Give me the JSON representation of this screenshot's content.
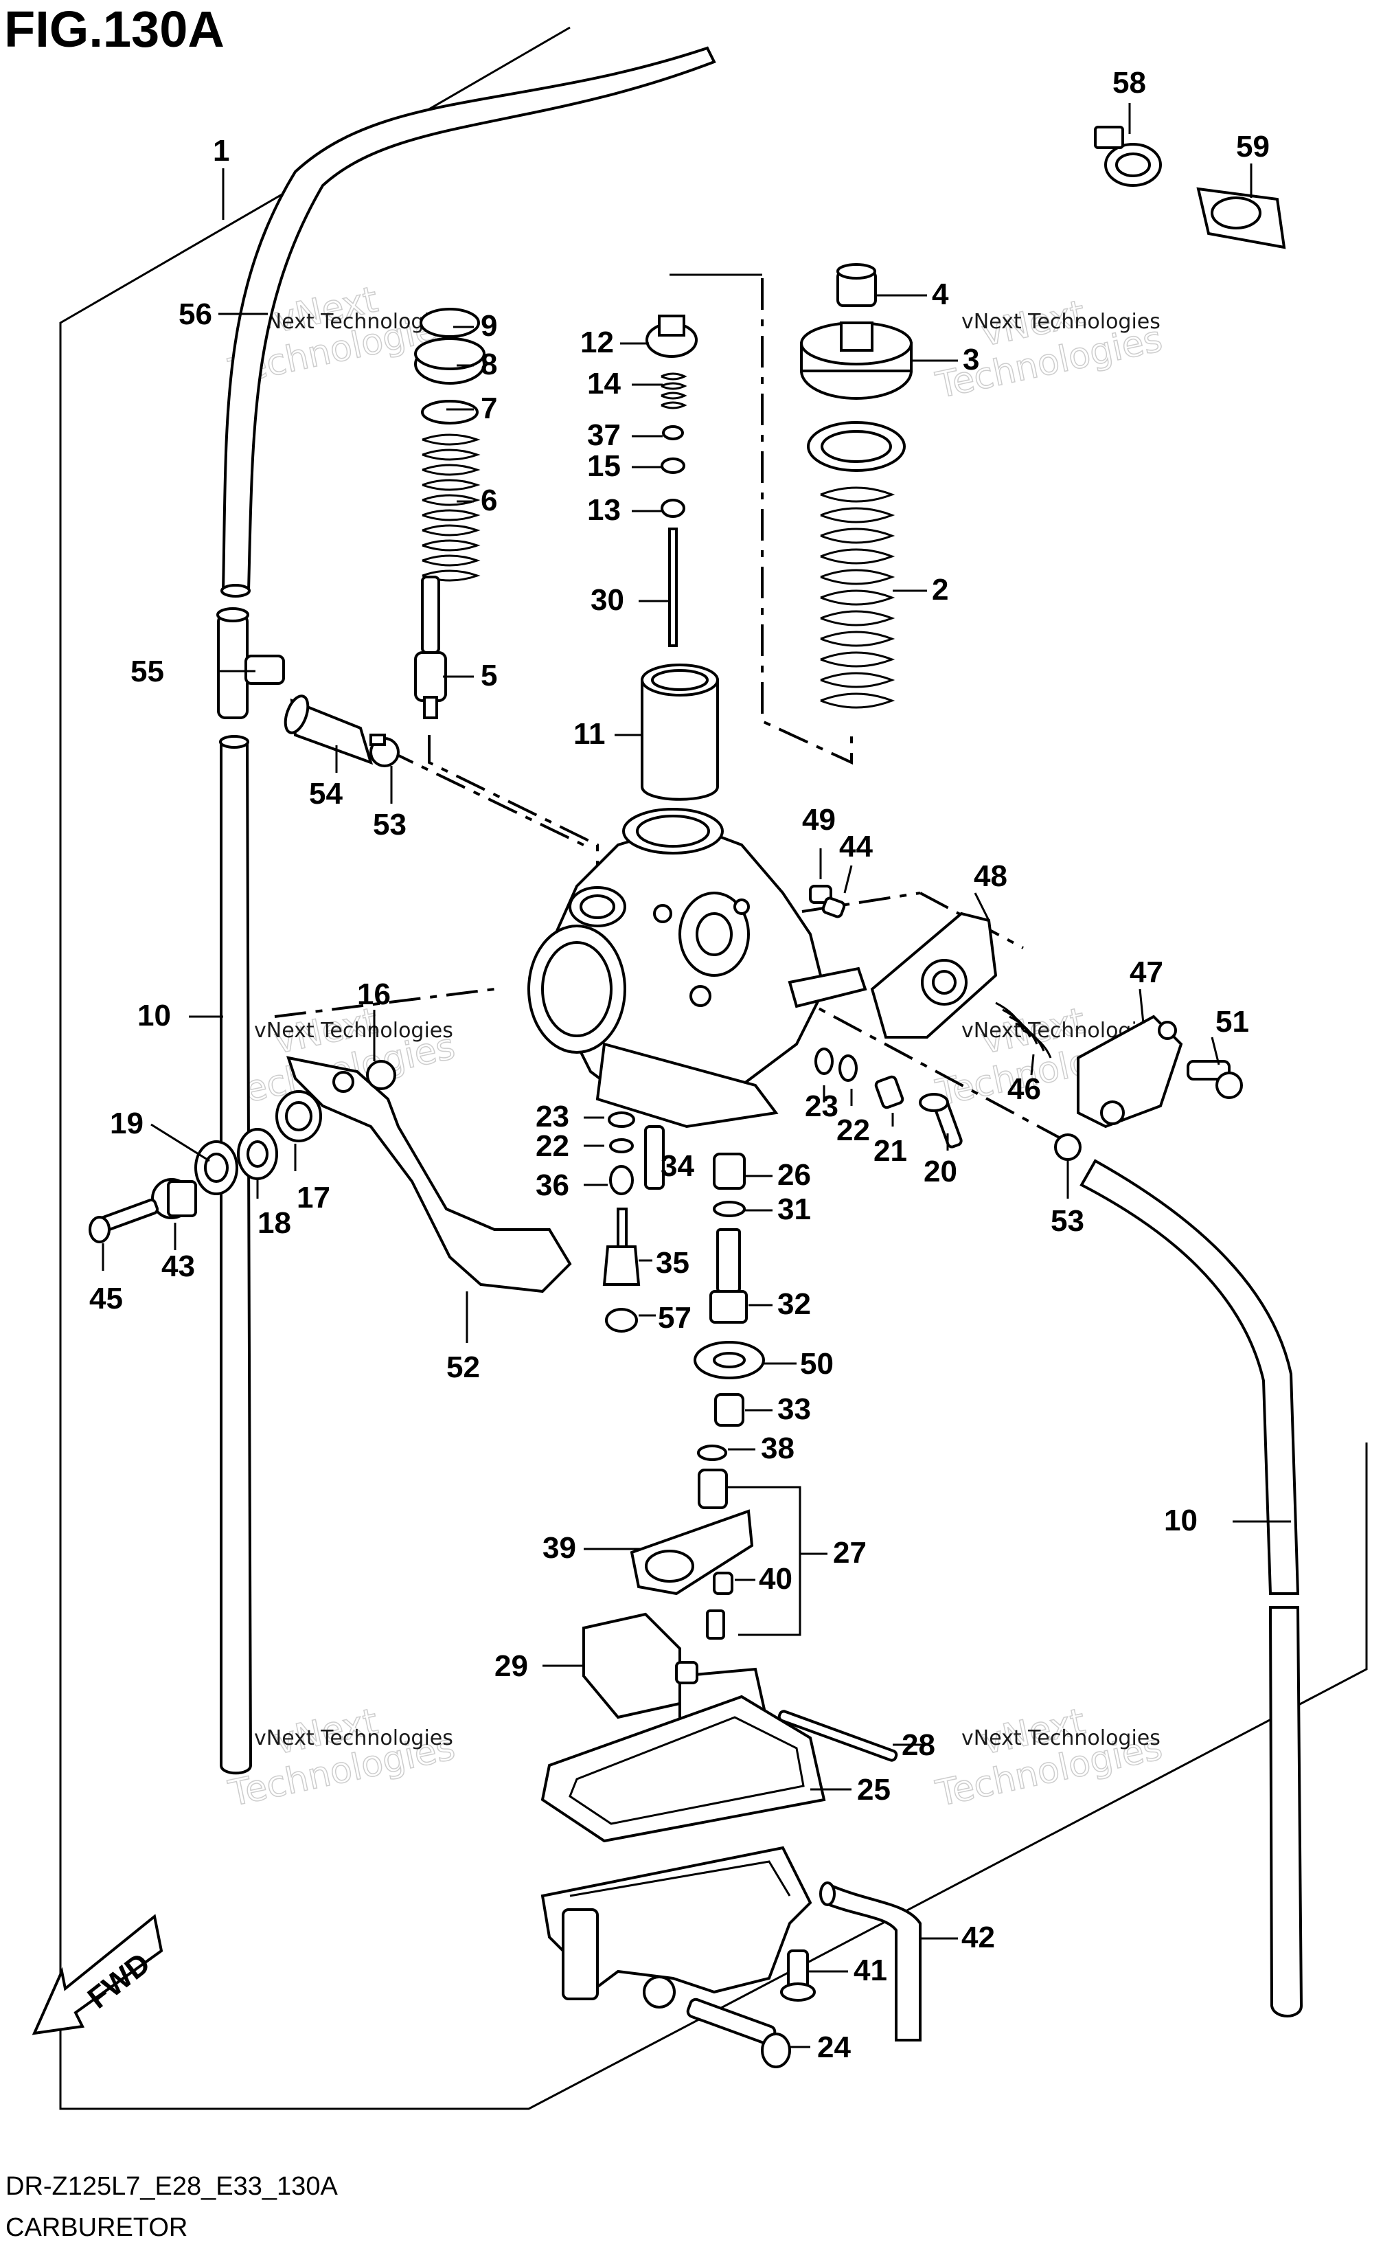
{
  "figure_title": "FIG.130A",
  "footer": {
    "code": "DR-Z125L7_E28_E33_130A",
    "name": "CARBURETOR"
  },
  "fwd_label": "FWD",
  "watermark": {
    "small": "vNext Technologies",
    "big_top": "vNext",
    "big_bottom": "Technologies"
  },
  "callouts": [
    "1",
    "2",
    "3",
    "4",
    "5",
    "6",
    "7",
    "8",
    "9",
    "10",
    "10",
    "11",
    "12",
    "13",
    "14",
    "15",
    "16",
    "17",
    "18",
    "19",
    "20",
    "21",
    "22",
    "22",
    "23",
    "23",
    "24",
    "25",
    "26",
    "27",
    "28",
    "29",
    "30",
    "31",
    "32",
    "33",
    "34",
    "35",
    "36",
    "37",
    "38",
    "39",
    "40",
    "41",
    "42",
    "43",
    "44",
    "45",
    "46",
    "47",
    "48",
    "49",
    "50",
    "51",
    "52",
    "53",
    "53",
    "54",
    "55",
    "56",
    "57",
    "58",
    "59"
  ]
}
